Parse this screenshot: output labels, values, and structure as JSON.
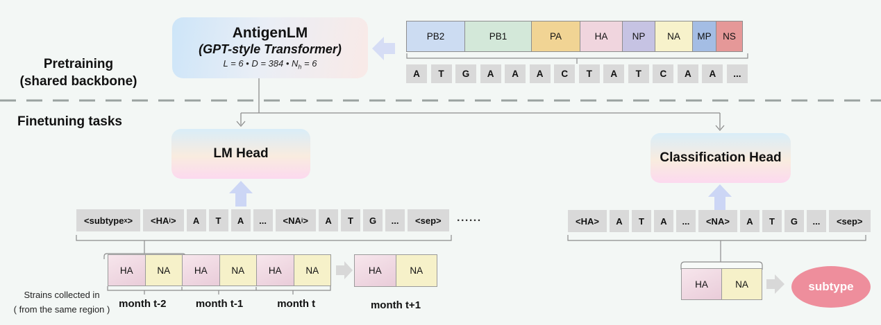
{
  "labels": {
    "pretraining_line1": "Pretraining",
    "pretraining_line2": "(shared backbone)",
    "finetuning": "Finetuning tasks",
    "strains_line1": "Strains collected in",
    "strains_line2": "( from the same  region )",
    "trailing_dots": "......"
  },
  "model": {
    "title": "AntigenLM",
    "subtitle": "(GPT-style Transformer)",
    "params_pre": "L = 6 • D = 384 • N",
    "params_sub": "h",
    "params_post": " = 6"
  },
  "heads": {
    "lm": "LM Head",
    "classification": "Classification Head"
  },
  "genome_segments": [
    {
      "label": "PB2",
      "color": "#ccdcf2",
      "width": 85
    },
    {
      "label": "PB1",
      "color": "#d3e8d9",
      "width": 97
    },
    {
      "label": "PA",
      "color": "#f1d494",
      "width": 71
    },
    {
      "label": "HA",
      "color": "#f0d5de",
      "width": 62
    },
    {
      "label": "NP",
      "color": "#c6c3e3",
      "width": 48
    },
    {
      "label": "NA",
      "color": "#f7f2cb",
      "width": 55
    },
    {
      "label": "MP",
      "color": "#a4bde4",
      "width": 35
    },
    {
      "label": "NS",
      "color": "#e59898",
      "width": 39
    }
  ],
  "dna_tokens": [
    "A",
    "T",
    "G",
    "A",
    "A",
    "A",
    "C",
    "T",
    "A",
    "T",
    "C",
    "A",
    "A",
    "..."
  ],
  "lm_task": {
    "tokens": [
      {
        "text": "<subtype",
        "sub": "x",
        "after": ">",
        "wide": true
      },
      {
        "text": "<HA",
        "sub": "i",
        "after": ">",
        "wide": true
      },
      {
        "text": "A"
      },
      {
        "text": "T"
      },
      {
        "text": "A"
      },
      {
        "text": "..."
      },
      {
        "text": "<NA",
        "sub": "i",
        "after": ">",
        "wide": true
      },
      {
        "text": "A"
      },
      {
        "text": "T"
      },
      {
        "text": "G"
      },
      {
        "text": "..."
      },
      {
        "text": "<sep>",
        "wide": true
      }
    ],
    "strain_cells": [
      "HA",
      "NA",
      "HA",
      "NA",
      "HA",
      "NA"
    ],
    "month_labels": [
      "month t-2",
      "month t-1",
      "month t"
    ],
    "next_pair": [
      "HA",
      "NA"
    ],
    "next_month_label": "month t+1"
  },
  "cls_task": {
    "tokens": [
      {
        "text": "<HA>",
        "wide": true
      },
      {
        "text": "A"
      },
      {
        "text": "T"
      },
      {
        "text": "A"
      },
      {
        "text": "..."
      },
      {
        "text": "<NA>",
        "wide": true
      },
      {
        "text": "A"
      },
      {
        "text": "T"
      },
      {
        "text": "G"
      },
      {
        "text": "..."
      },
      {
        "text": "<sep>",
        "wide": true
      }
    ],
    "pair": [
      "HA",
      "NA"
    ],
    "output": "subtype"
  },
  "colors": {
    "background": "#f3f7f5",
    "token_box": "#d9d9d9",
    "ha_cell": "#e9ccd9",
    "ha_cell_light": "#f7e6ec",
    "na_cell": "#f6f1c9",
    "subtype_ellipse": "#ee8e9c",
    "model_arrow": "#d6ddf5",
    "up_arrow": "#ccd6f5",
    "gray_arrow": "#d8d8d8",
    "connector": "#8c8c8c"
  }
}
